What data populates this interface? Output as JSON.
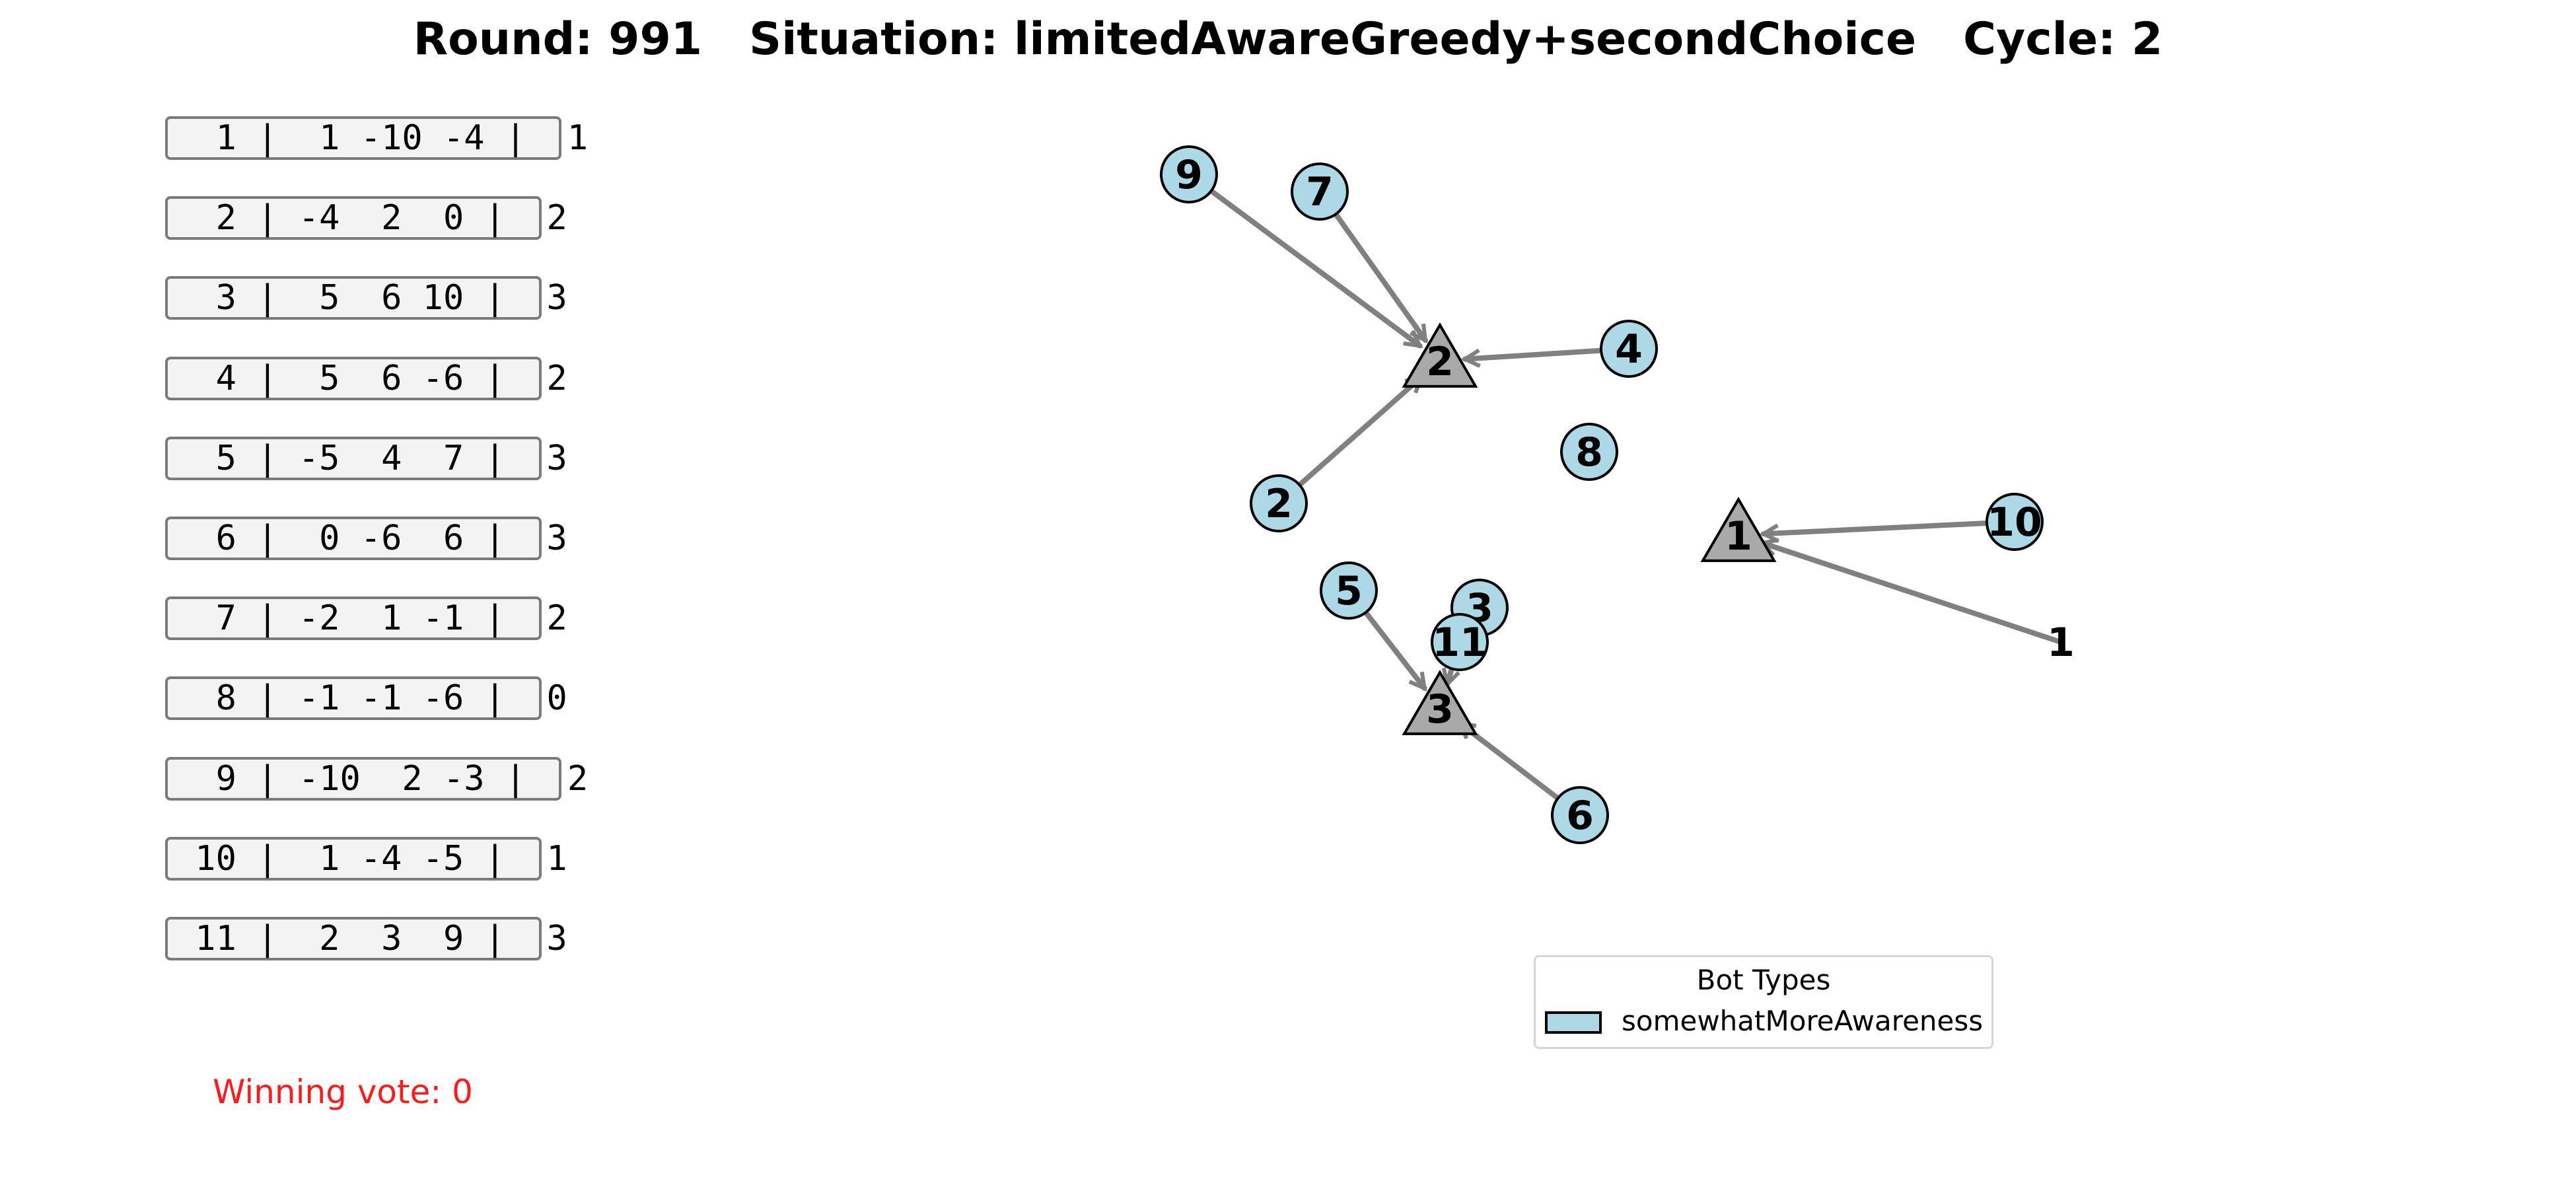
{
  "title": "Round: 991   Situation: limitedAwareGreedy+secondChoice   Cycle: 2",
  "vote_table": [
    "  1 |  1 -10 -4 |  1",
    "  2 | -4  2  0 |  2",
    "  3 |  5  6 10 |  3",
    "  4 |  5  6 -6 |  2",
    "  5 | -5  4  7 |  3",
    "  6 |  0 -6  6 |  3",
    "  7 | -2  1 -1 |  2",
    "  8 | -1 -1 -6 |  0",
    "  9 | -10  2 -3 |  2",
    " 10 |  1 -4 -5 |  1",
    " 11 |  2  3  9 |  3"
  ],
  "winning_vote": "Winning vote: 0",
  "colors": {
    "bot_fill": "#add8e6",
    "option_fill": "#a9a9a9",
    "edge": "#808080",
    "winning_text": "#ff1a1a"
  },
  "options": [
    {
      "id": "1",
      "label": "1"
    },
    {
      "id": "2",
      "label": "2"
    },
    {
      "id": "3",
      "label": "3"
    }
  ],
  "bots": [
    {
      "id": "1",
      "label": "1",
      "target": "1",
      "marker_hidden": true
    },
    {
      "id": "2",
      "label": "2",
      "target": "2"
    },
    {
      "id": "3",
      "label": "3",
      "target": null
    },
    {
      "id": "4",
      "label": "4",
      "target": "2"
    },
    {
      "id": "5",
      "label": "5",
      "target": "3"
    },
    {
      "id": "6",
      "label": "6",
      "target": "3"
    },
    {
      "id": "7",
      "label": "7",
      "target": "2"
    },
    {
      "id": "8",
      "label": "8",
      "target": null
    },
    {
      "id": "9",
      "label": "9",
      "target": "2"
    },
    {
      "id": "10",
      "label": "10",
      "target": "1"
    },
    {
      "id": "11",
      "label": "11",
      "target": "3"
    }
  ],
  "legend": {
    "title": "Bot Types",
    "items": [
      {
        "label": "somewhatMoreAwareness",
        "color": "#add8e6"
      }
    ]
  }
}
